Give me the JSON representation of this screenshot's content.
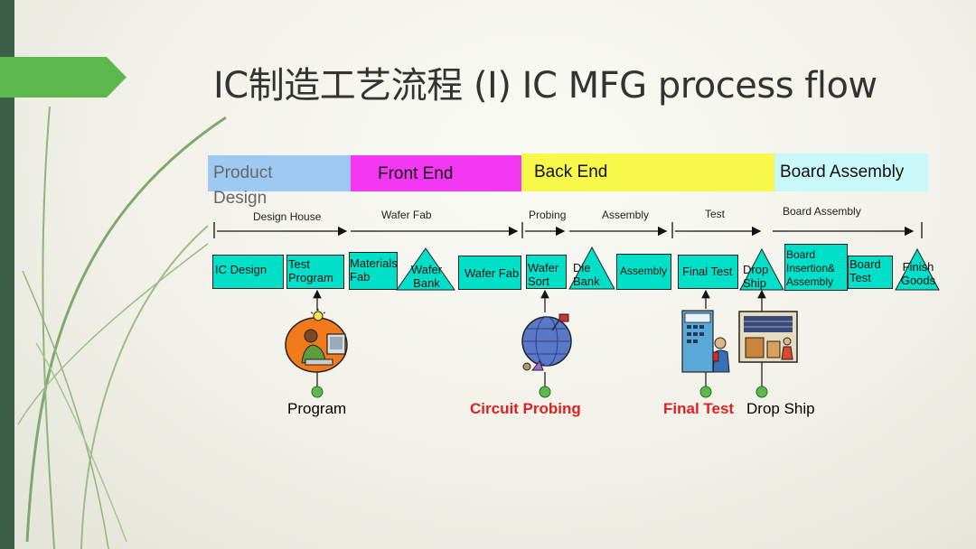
{
  "title": "IC制造工艺流程 (I) IC MFG process flow",
  "stages": [
    {
      "id": "product",
      "label": "Product\nDesign",
      "color": "#9ec9f3"
    },
    {
      "id": "front",
      "label": "Front End",
      "color": "#f337f3"
    },
    {
      "id": "back",
      "label": "Back End",
      "color": "#f8f84a"
    },
    {
      "id": "board",
      "label": "Board Assembly",
      "color": "#c8f8f8"
    }
  ],
  "sublabels": [
    "Design House",
    "Wafer Fab",
    "Probing",
    "Assembly",
    "Test",
    "Board Assembly"
  ],
  "steps": [
    {
      "shape": "box",
      "label": "IC Design"
    },
    {
      "shape": "box",
      "label": "Test\nProgram"
    },
    {
      "shape": "box",
      "label": "Materials\nFab"
    },
    {
      "shape": "triangle",
      "label": "Wafer\nBank"
    },
    {
      "shape": "box",
      "label": "Wafer Fab"
    },
    {
      "shape": "box",
      "label": "Wafer\nSort"
    },
    {
      "shape": "triangle",
      "label": "Die\nBank"
    },
    {
      "shape": "box",
      "label": "Assembly"
    },
    {
      "shape": "box",
      "label": "Final Test"
    },
    {
      "shape": "triangle",
      "label": "Drop\nShip"
    },
    {
      "shape": "box",
      "label": "Board\nInsertion&\nAssembly"
    },
    {
      "shape": "box",
      "label": "Board\nTest"
    },
    {
      "shape": "triangle",
      "label": "Finish\nGoods"
    }
  ],
  "illustrations": [
    {
      "icon": "programmer-at-computer-icon",
      "label": "Program",
      "highlight": false
    },
    {
      "icon": "probe-globe-icon",
      "label": "Circuit Probing",
      "highlight": true
    },
    {
      "icon": "test-equipment-icon",
      "label": "Final Test",
      "highlight": true
    },
    {
      "icon": "shipping-dock-icon",
      "label": "Drop Ship",
      "highlight": false
    }
  ],
  "colors": {
    "step_fill": "#00e0c8",
    "highlight_text": "#e02020",
    "accent_green": "#5db84c"
  }
}
